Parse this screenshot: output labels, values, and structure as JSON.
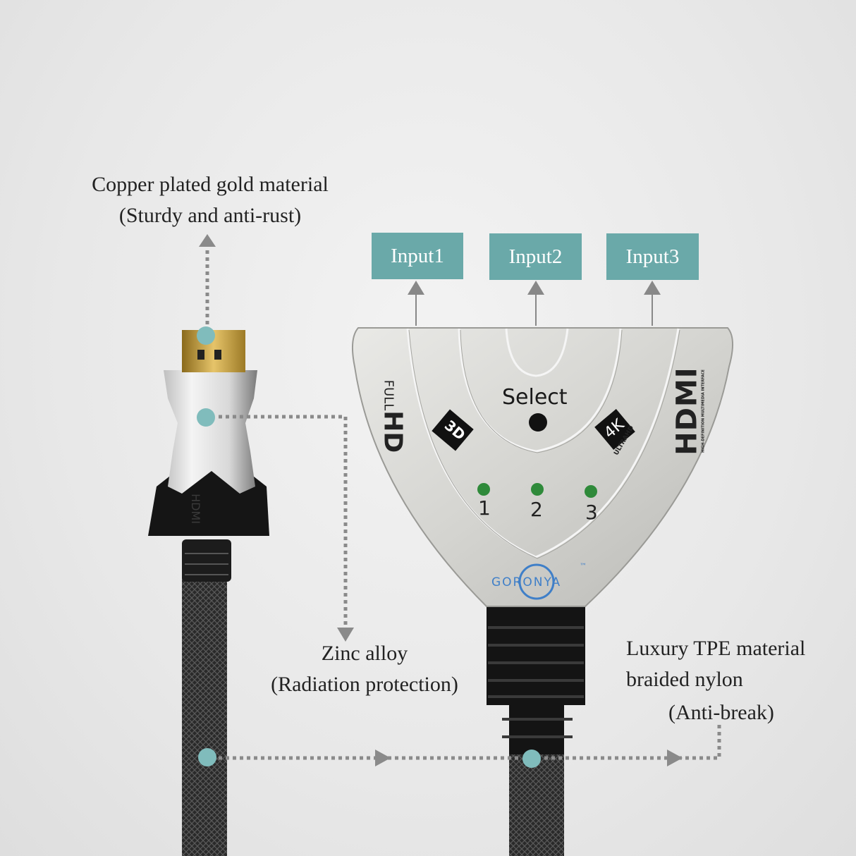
{
  "annotations": {
    "copper": {
      "line1": "Copper plated gold material",
      "line2": "(Sturdy and anti-rust)"
    },
    "zinc": {
      "line1": "Zinc alloy",
      "line2": "(Radiation protection)"
    },
    "tpe": {
      "line1": "Luxury TPE material",
      "line2": "braided nylon",
      "line3": "(Anti-break)"
    }
  },
  "inputs": [
    {
      "label": "Input1"
    },
    {
      "label": "Input2"
    },
    {
      "label": "Input3"
    }
  ],
  "device": {
    "select_label": "Select",
    "led_labels": [
      "1",
      "2",
      "3"
    ],
    "full_label": "FULL",
    "hd_label": "HD",
    "logo_3d": "3D",
    "logo_4k": "4K",
    "ultra_hd": "ULTRAHD",
    "hdmi_logo": "HDMI",
    "hdmi_sub": "HIGH-DEFINITION MULTIMEDIA INTERFACE",
    "brand": "GORONYA",
    "trademark": "™",
    "led_color": "#2f8a3a"
  },
  "connector": {
    "boot_label": "HDMI"
  },
  "colors": {
    "accent_teal": "#6aa9a9",
    "dot_teal": "#80bcbc",
    "guide_grey": "#8a8a8a"
  }
}
